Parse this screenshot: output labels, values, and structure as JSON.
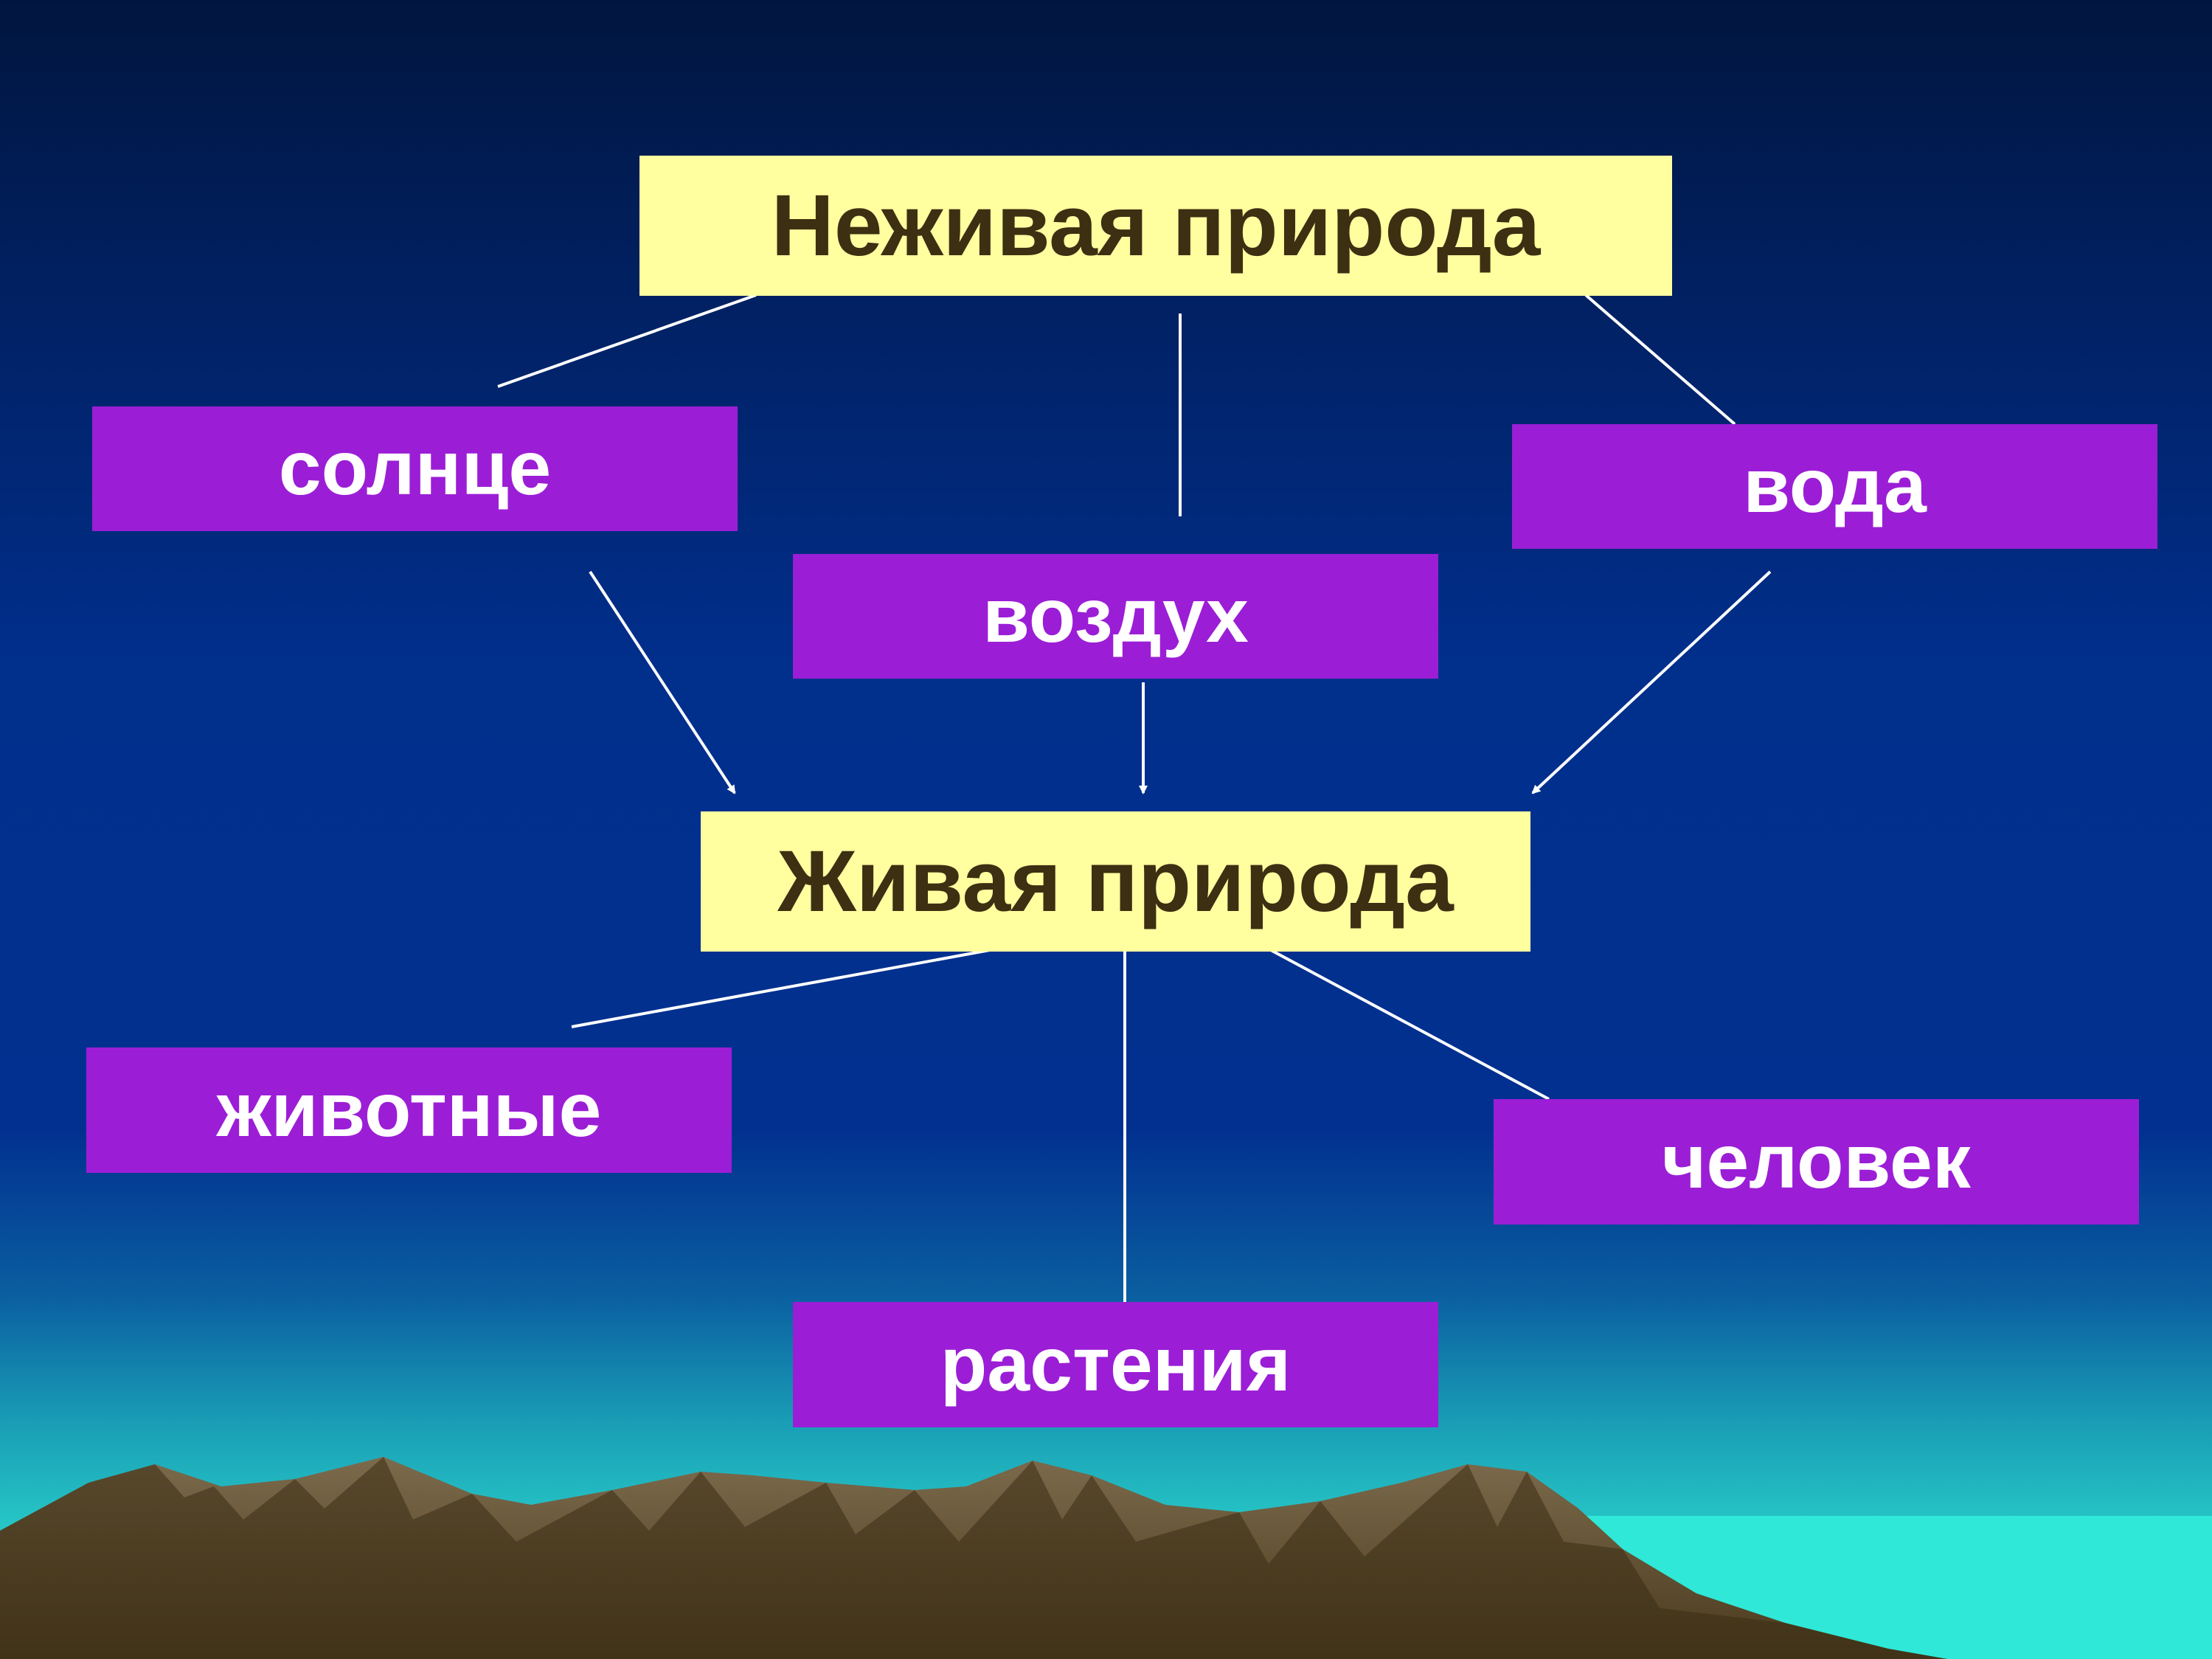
{
  "diagram": {
    "nonliving": "Неживая природа",
    "living": "Живая природа",
    "nonliving_items": {
      "sun": "солнце",
      "air": "воздух",
      "water": "вода"
    },
    "living_items": {
      "animals": "животные",
      "human": "человек",
      "plants": "растения"
    }
  },
  "colors": {
    "yellow_box": "#ffffa0",
    "purple_box": "#9b1ed6",
    "lines": "#ffffff"
  }
}
